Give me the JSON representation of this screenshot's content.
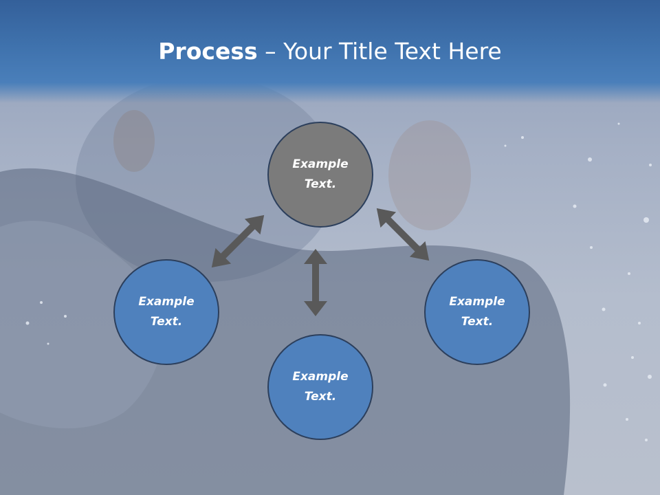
{
  "title": {
    "bold": "Process",
    "dash": " – ",
    "rest": "Your Title Text Here"
  },
  "nodes": {
    "top": {
      "line1": "Example",
      "line2": "Text."
    },
    "left": {
      "line1": "Example",
      "line2": "Text."
    },
    "bottom": {
      "line1": "Example",
      "line2": "Text."
    },
    "right": {
      "line1": "Example",
      "line2": "Text."
    }
  },
  "colors": {
    "title_band": "#3f72ad",
    "node_top_fill": "#7b7b7b",
    "node_fill": "#4f81bd",
    "node_border": "#2c3f5c",
    "arrow": "#595959"
  }
}
